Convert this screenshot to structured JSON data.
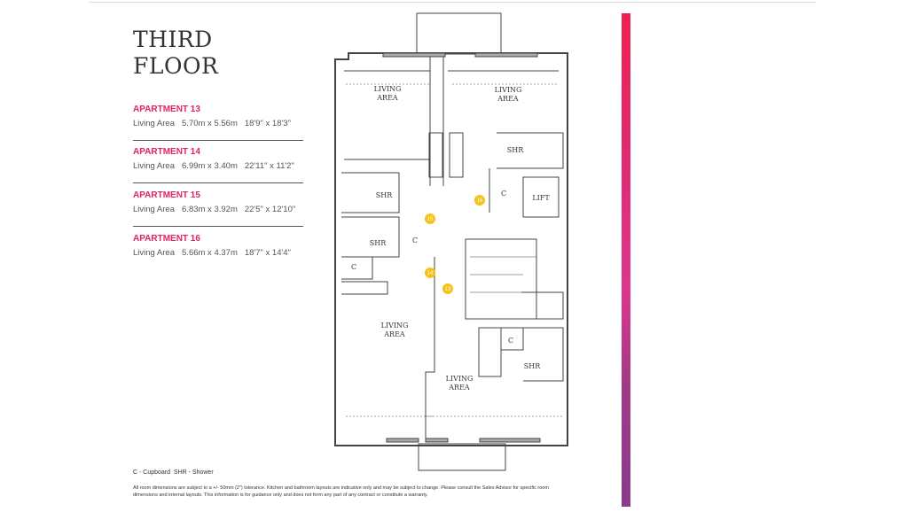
{
  "title": [
    "THIRD",
    "FLOOR"
  ],
  "apartments": [
    {
      "name": "APARTMENT 13",
      "label": "Living Area",
      "metric": "5.70m x 5.56m",
      "imperial": "18'9\" x 18'3\""
    },
    {
      "name": "APARTMENT 14",
      "label": "Living Area",
      "metric": "6.99m x 3.40m",
      "imperial": "22'11\" x 11'2\""
    },
    {
      "name": "APARTMENT 15",
      "label": "Living Area",
      "metric": "6.83m x 3.92m",
      "imperial": "22'5\" x 12'10\""
    },
    {
      "name": "APARTMENT 16",
      "label": "Living Area",
      "metric": "5.66m x 4.37m",
      "imperial": "18'7\" x 14'4\""
    }
  ],
  "legend": {
    "c": "C - Cupboard",
    "shr": "SHR - Shower"
  },
  "disclaimer": "All room dimensions are subject to a +/- 50mm (2\") tolerance. Kitchen and bathroom layouts are indicative only and may be subject to change. Please consult the Sales Advisor for specific room dimensions and internal layouts. This information is for guidance only and does not form any part of any contract or constitute a warranty.",
  "plan": {
    "living": [
      "LIVING",
      "AREA"
    ],
    "shr": "SHR",
    "c": "C",
    "lift": "LIFT",
    "markers": [
      "16",
      "15",
      "14",
      "13"
    ]
  },
  "colors": {
    "accent": "#e0245e",
    "marker": "#f5c21b"
  }
}
